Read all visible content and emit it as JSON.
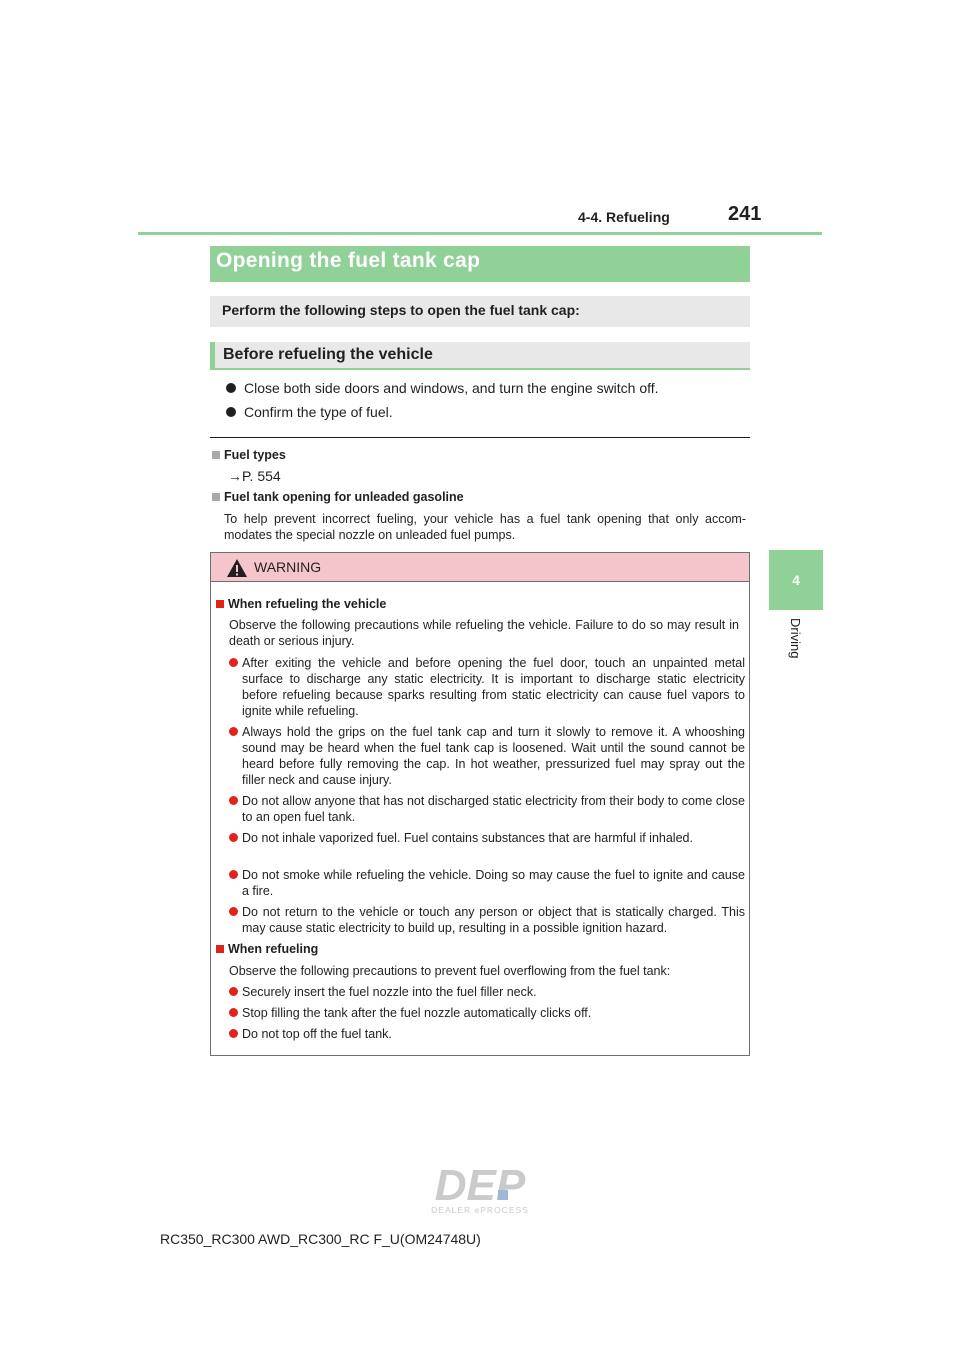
{
  "header": {
    "section": "4-4. Refueling",
    "page_number": "241"
  },
  "side_tab": {
    "chapter_number": "4",
    "chapter_label": "Driving"
  },
  "title": "Opening the fuel tank cap",
  "intro": "Perform the following steps to open the fuel tank cap:",
  "subsection": {
    "title": "Before refueling the vehicle",
    "bullets": [
      "Close both side doors and windows, and turn the engine switch off.",
      "Confirm the type of fuel."
    ]
  },
  "notes": [
    {
      "heading": "Fuel types",
      "body": "→P. 554"
    },
    {
      "heading": "Fuel tank opening for unleaded gasoline",
      "body": "To help prevent incorrect fueling, your vehicle has a fuel tank opening that only accom-modates the special nozzle on unleaded fuel pumps."
    }
  ],
  "warning": {
    "title": "WARNING",
    "sections": [
      {
        "heading": "When refueling the vehicle",
        "intro": "Observe the following precautions while refueling the vehicle. Failure to do so may result in death or serious injury.",
        "bullets": [
          "After exiting the vehicle and before opening the fuel door, touch an unpainted metal surface to discharge any static electricity. It is important to discharge static electricity before refueling because sparks resulting from static electricity can cause fuel vapors to ignite while refueling.",
          "Always hold the grips on the fuel tank cap and turn it slowly to remove it. A whooshing sound may be heard when the fuel tank cap is loosened. Wait until the sound cannot be heard before fully removing the cap. In hot weather, pressurized fuel may spray out the filler neck and cause injury.",
          "Do not allow anyone that has not discharged static electricity from their body to come close to an open fuel tank.",
          "Do not inhale vaporized fuel. Fuel contains substances that are harmful if inhaled.",
          "Do not smoke while refueling the vehicle. Doing so may cause the fuel to ignite and cause a fire.",
          "Do not return to the vehicle or touch any person or object that is statically charged. This may cause static electricity to build up, resulting in a possible ignition hazard."
        ]
      },
      {
        "heading": "When refueling",
        "intro": "Observe the following precautions to prevent fuel overflowing from the fuel tank:",
        "bullets": [
          "Securely insert the fuel nozzle into the fuel filler neck.",
          "Stop filling the tank after the fuel nozzle automatically clicks off.",
          "Do not top off the fuel tank."
        ]
      }
    ]
  },
  "logo": {
    "main": "DEP",
    "sub": "DEALER ePROCESS"
  },
  "footer": "RC350_RC300 AWD_RC300_RC F_U(OM24748U)"
}
